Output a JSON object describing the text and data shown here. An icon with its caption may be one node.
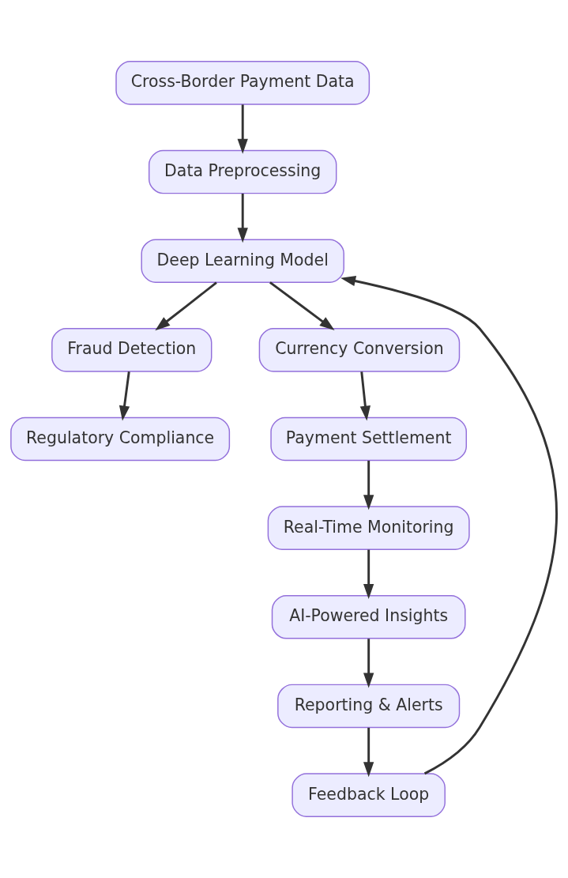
{
  "diagram": {
    "nodes": [
      {
        "text": [
          "Cross-Border Payment Data"
        ]
      },
      {
        "text": [
          "Data Preprocessing"
        ]
      },
      {
        "text": [
          "Deep Learning Model"
        ]
      },
      {
        "text": [
          "Fraud Detection"
        ]
      },
      {
        "text": [
          "Currency Conversion"
        ]
      },
      {
        "text": [
          "Regulatory Compliance"
        ]
      },
      {
        "text": [
          "Payment Settlement"
        ]
      },
      {
        "text": [
          "Real-Time Monitoring"
        ]
      },
      {
        "text": [
          "AI-Powered Insights"
        ]
      },
      {
        "text": [
          "Reporting & Alerts"
        ]
      },
      {
        "text": [
          "Feedback Loop"
        ]
      }
    ],
    "edges": [
      {
        "from": 0,
        "to": 1,
        "arrow": "to"
      },
      {
        "from": 1,
        "to": 2,
        "arrow": "to"
      },
      {
        "from": 2,
        "to": 3,
        "arrow": "to"
      },
      {
        "from": 2,
        "to": 4,
        "arrow": "to"
      },
      {
        "from": 3,
        "to": 5,
        "arrow": "to"
      },
      {
        "from": 4,
        "to": 6,
        "arrow": "to"
      },
      {
        "from": 6,
        "to": 7,
        "arrow": "to"
      },
      {
        "from": 7,
        "to": 8,
        "arrow": "to"
      },
      {
        "from": 8,
        "to": 9,
        "arrow": "to"
      },
      {
        "from": 9,
        "to": 10,
        "arrow": "to"
      },
      {
        "from": 10,
        "to": 2,
        "arrow": "to"
      }
    ]
  }
}
